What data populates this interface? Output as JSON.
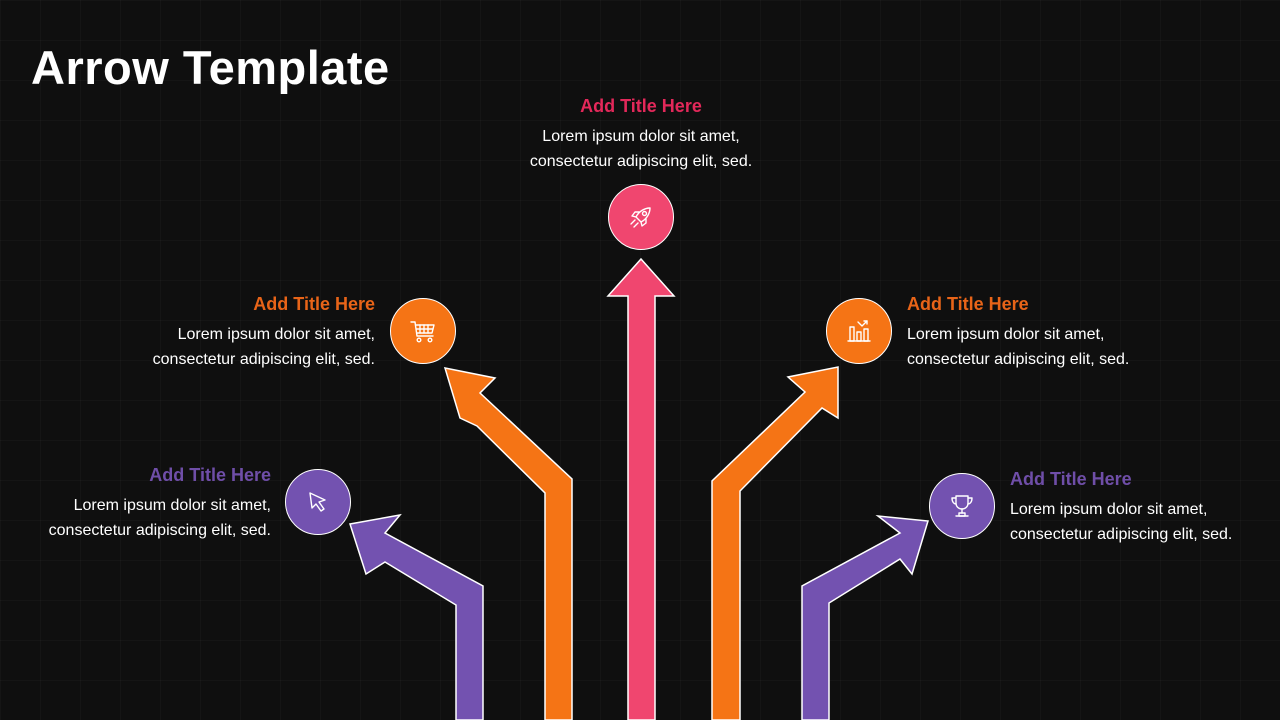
{
  "slide": {
    "title": "Arrow Template"
  },
  "colors": {
    "pink": "#f0466f",
    "pink_title": "#e3285a",
    "orange": "#f57415",
    "orange_title": "#e86418",
    "purple": "#7352b0",
    "purple_title": "#6f4ea8",
    "background": "#0f0f0f"
  },
  "items": [
    {
      "id": "center",
      "title": "Add Title Here",
      "body_line1": "Lorem ipsum dolor sit amet,",
      "body_line2": "consectetur adipiscing elit, sed.",
      "icon": "rocket-icon",
      "color": "pink"
    },
    {
      "id": "left-upper",
      "title": "Add Title Here",
      "body_line1": "Lorem ipsum dolor sit amet,",
      "body_line2": "consectetur adipiscing elit, sed.",
      "icon": "shopping-cart-icon",
      "color": "orange"
    },
    {
      "id": "right-upper",
      "title": "Add Title Here",
      "body_line1": "Lorem ipsum dolor sit amet,",
      "body_line2": "consectetur adipiscing elit, sed.",
      "icon": "bar-chart-icon",
      "color": "orange"
    },
    {
      "id": "left-lower",
      "title": "Add Title Here",
      "body_line1": "Lorem ipsum dolor sit amet,",
      "body_line2": "consectetur adipiscing elit, sed.",
      "icon": "cursor-icon",
      "color": "purple"
    },
    {
      "id": "right-lower",
      "title": "Add Title Here",
      "body_line1": "Lorem ipsum dolor sit amet,",
      "body_line2": "consectetur adipiscing elit, sed.",
      "icon": "trophy-icon",
      "color": "purple"
    }
  ]
}
